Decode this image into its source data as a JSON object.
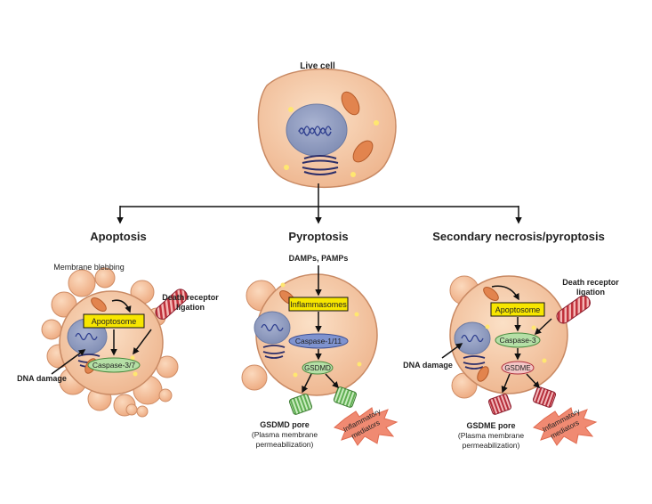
{
  "live_cell": {
    "label": "Live cell"
  },
  "branches": {
    "apoptosis": {
      "title": "Apoptosis",
      "membrane_label": "Membrane blebbing",
      "apoptosome": "Apoptosome",
      "caspase": "Caspase-3/7",
      "dna_damage": "DNA damage",
      "death_receptor_1": "Death receptor",
      "death_receptor_2": "ligation"
    },
    "pyroptosis": {
      "title": "Pyroptosis",
      "trigger": "DAMPs, PAMPs",
      "inflammasomes": "Inflammasomes",
      "caspase": "Caspase-1/11",
      "gsdmd": "GSDMD",
      "pore_title": "GSDMD pore",
      "pore_sub_1": "(Plasma membrane",
      "pore_sub_2": "permeabilization)",
      "mediators_1": "Inflammatory",
      "mediators_2": "mediators"
    },
    "secondary": {
      "title": "Secondary necrosis/pyroptosis",
      "apoptosome": "Apoptosome",
      "caspase": "Caspase-3",
      "gsdme": "GSDME",
      "dna_damage": "DNA damage",
      "death_receptor_1": "Death receptor",
      "death_receptor_2": "ligation",
      "pore_title": "GSDME pore",
      "pore_sub_1": "(Plasma membrane",
      "pore_sub_2": "permeabilization)",
      "mediators_1": "Inflammatory",
      "mediators_2": "mediators"
    }
  },
  "colors": {
    "cell_fill": "#f2c29e",
    "cell_stroke": "#c98a64",
    "nucleus": "#8f9bbd",
    "label_box": "#f7e600",
    "caspase_green": "#b5dfa6",
    "caspase_blue": "#7f93cf",
    "pore_green": "#8dcc7d",
    "pore_red": "#c8414a",
    "burst": "#f08a72"
  }
}
